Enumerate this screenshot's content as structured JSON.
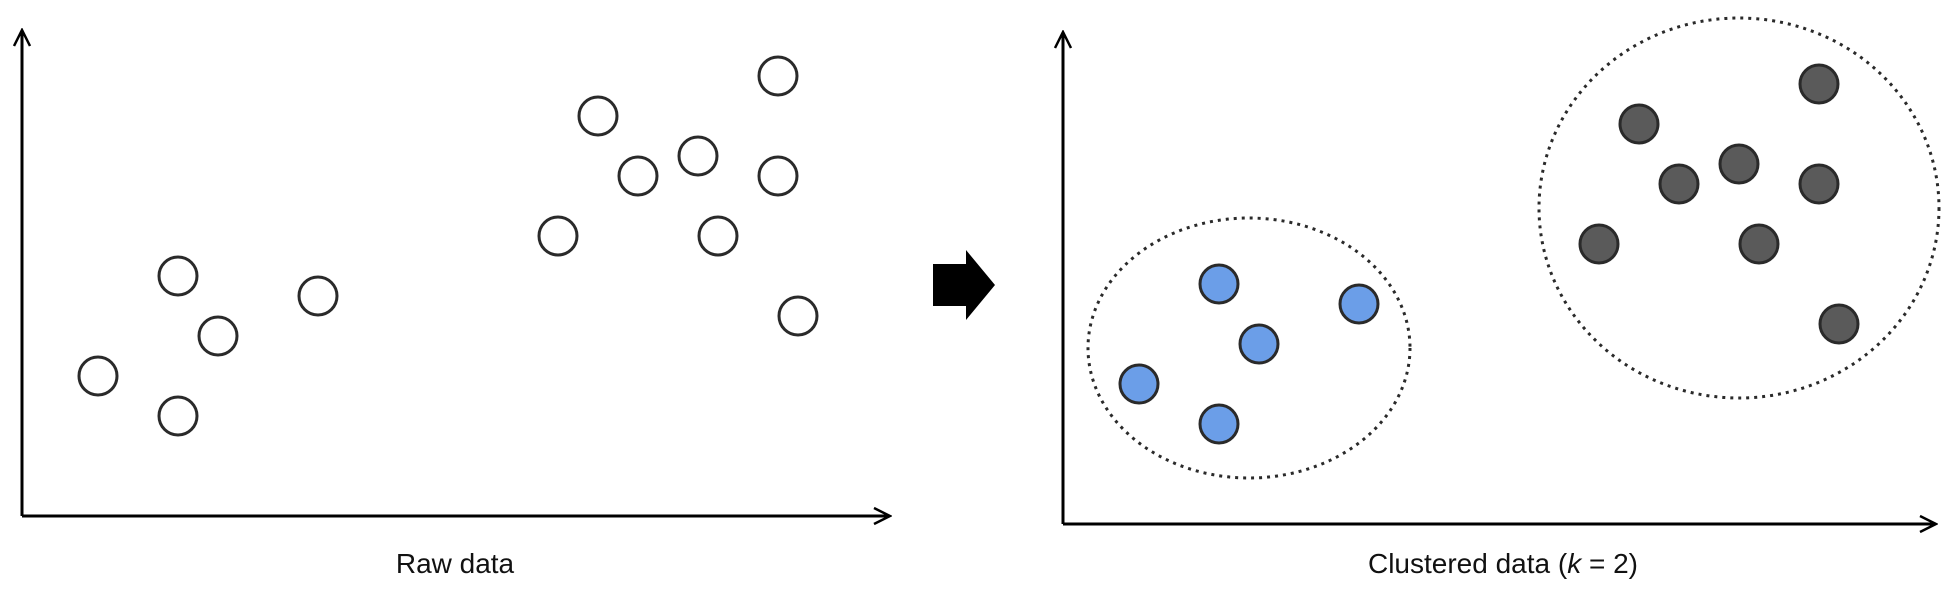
{
  "colors": {
    "axis": "#000000",
    "raw_fill": "#ffffff",
    "raw_stroke": "#2a2a2a",
    "cluster_1_fill": "#6b9ee8",
    "cluster_2_fill": "#5a5a5a",
    "point_stroke": "#2a2a2a",
    "boundary": "#2a2a2a",
    "arrow": "#000000"
  },
  "panels": {
    "left": {
      "caption": "Raw data"
    },
    "right": {
      "caption_prefix": "Clustered data (",
      "caption_k": "k",
      "caption_suffix": " = 2)"
    }
  },
  "icons": {
    "transition": "right-arrow-icon"
  }
}
